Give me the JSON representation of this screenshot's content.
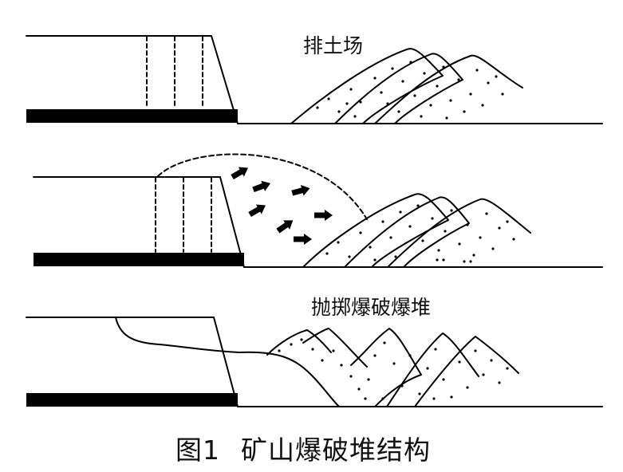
{
  "labels": {
    "dump": "排土场",
    "cast_pile": "抛掷爆破爆堆"
  },
  "caption": {
    "number": "图1",
    "title": "矿山爆破堆结构"
  },
  "colors": {
    "ink": "#000000",
    "background": "#ffffff"
  },
  "panels": [
    {
      "name": "before-blast"
    },
    {
      "name": "during-blast"
    },
    {
      "name": "after-blast"
    }
  ]
}
